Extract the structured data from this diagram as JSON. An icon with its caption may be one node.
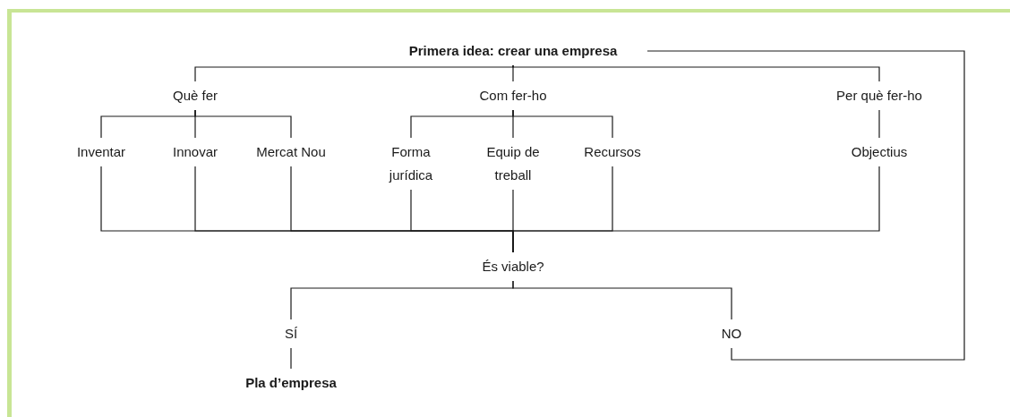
{
  "diagram": {
    "nodes": [
      {
        "text": [
          "Primera idea: crear una empresa"
        ]
      },
      {
        "text": [
          "Què fer"
        ]
      },
      {
        "text": [
          "Com fer-ho"
        ]
      },
      {
        "text": [
          "Per què fer-ho"
        ]
      },
      {
        "text": [
          "Inventar"
        ]
      },
      {
        "text": [
          "Innovar"
        ]
      },
      {
        "text": [
          "Mercat Nou"
        ]
      },
      {
        "text": [
          "Forma jurídica"
        ]
      },
      {
        "text": [
          "Equip de treball"
        ]
      },
      {
        "text": [
          "Recursos"
        ]
      },
      {
        "text": [
          "Objectius"
        ]
      },
      {
        "text": [
          "És viable?"
        ]
      },
      {
        "text": [
          "SÍ"
        ]
      },
      {
        "text": [
          "NO"
        ]
      },
      {
        "text": [
          "Pla d’empresa"
        ]
      }
    ],
    "edges": [
      {
        "from": 0,
        "to": 1,
        "arrow": "none"
      },
      {
        "from": 0,
        "to": 2,
        "arrow": "none"
      },
      {
        "from": 0,
        "to": 3,
        "arrow": "none"
      },
      {
        "from": 1,
        "to": 4,
        "arrow": "none"
      },
      {
        "from": 1,
        "to": 5,
        "arrow": "none"
      },
      {
        "from": 1,
        "to": 6,
        "arrow": "none"
      },
      {
        "from": 2,
        "to": 7,
        "arrow": "none"
      },
      {
        "from": 2,
        "to": 8,
        "arrow": "none"
      },
      {
        "from": 2,
        "to": 9,
        "arrow": "none"
      },
      {
        "from": 3,
        "to": 10,
        "arrow": "none"
      },
      {
        "from": 4,
        "to": 11,
        "arrow": "none"
      },
      {
        "from": 5,
        "to": 11,
        "arrow": "none"
      },
      {
        "from": 6,
        "to": 11,
        "arrow": "none"
      },
      {
        "from": 7,
        "to": 11,
        "arrow": "none"
      },
      {
        "from": 8,
        "to": 11,
        "arrow": "none"
      },
      {
        "from": 9,
        "to": 11,
        "arrow": "none"
      },
      {
        "from": 10,
        "to": 11,
        "arrow": "none"
      },
      {
        "from": 11,
        "to": 12,
        "arrow": "none"
      },
      {
        "from": 11,
        "to": 13,
        "arrow": "none"
      },
      {
        "from": 12,
        "to": 14,
        "arrow": "none"
      },
      {
        "from": 13,
        "to": 0,
        "arrow": "none"
      }
    ]
  }
}
